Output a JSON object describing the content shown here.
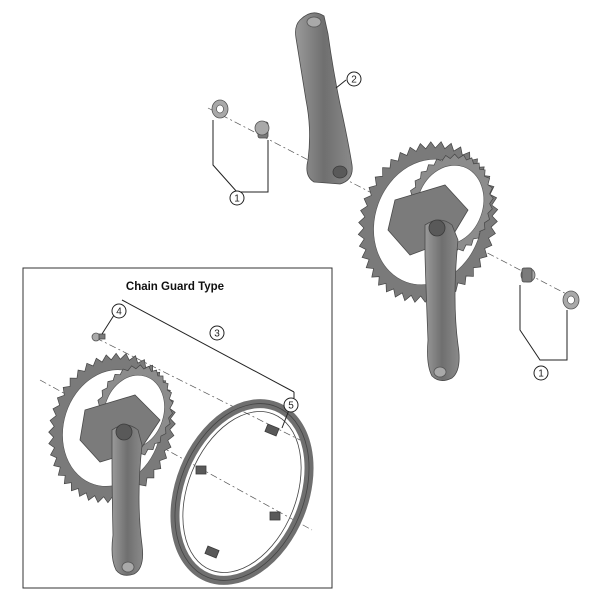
{
  "inset": {
    "title": "Chain Guard Type"
  },
  "callouts": {
    "c1_top": "1",
    "c2": "2",
    "c1_right": "1",
    "c4": "4",
    "c3": "3",
    "c5": "5"
  },
  "colors": {
    "part_fill": "#7b7b7b",
    "part_outline": "#4a4a4a",
    "line": "#222222",
    "background": "#ffffff"
  }
}
